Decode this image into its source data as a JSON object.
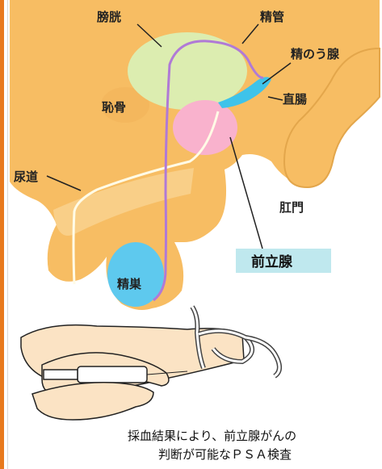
{
  "labels": {
    "bladder": "膀胱",
    "vas_deferens": "精管",
    "seminal_vesicle": "精のう腺",
    "pubic_bone": "恥骨",
    "rectum": "直腸",
    "urethra": "尿道",
    "anus": "肛門",
    "prostate": "前立腺",
    "testis": "精巣"
  },
  "caption": {
    "line1": "採血結果により、前立腺がんの",
    "line2": "判断が可能なＰＳＡ検査"
  },
  "colors": {
    "frame_orange": "#e87a1e",
    "body_tan": "#f7bd63",
    "bladder_green": "#dcedb0",
    "prostate_pink": "#f9b2cd",
    "testis_blue": "#5ec9ee",
    "vessel_purple": "#b07ad6",
    "seminal_cyan": "#3ec3ea",
    "prostate_box": "#bfe8ee"
  }
}
